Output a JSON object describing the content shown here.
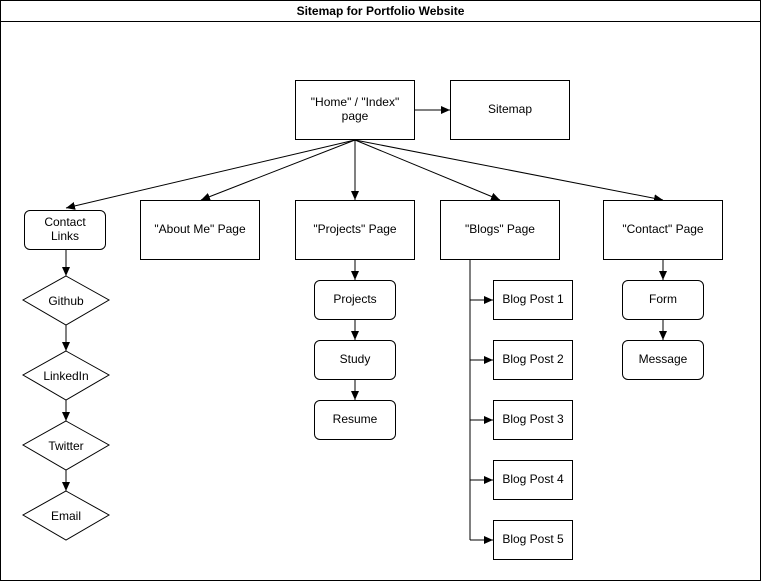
{
  "diagram": {
    "title": "Sitemap for Portfolio Website",
    "nodes": {
      "home": "\"Home\" / \"Index\" page",
      "sitemap": "Sitemap",
      "contact_links": "Contact Links",
      "about": "\"About Me\" Page",
      "projects_page": "\"Projects\" Page",
      "blogs_page": "\"Blogs\" Page",
      "contact_page": "\"Contact\" Page",
      "github": "Github",
      "linkedin": "LinkedIn",
      "twitter": "Twitter",
      "email": "Email",
      "projects": "Projects",
      "study": "Study",
      "resume": "Resume",
      "blog_post_1": "Blog Post 1",
      "blog_post_2": "Blog Post 2",
      "blog_post_3": "Blog Post 3",
      "blog_post_4": "Blog Post 4",
      "blog_post_5": "Blog Post 5",
      "form": "Form",
      "message": "Message"
    }
  }
}
